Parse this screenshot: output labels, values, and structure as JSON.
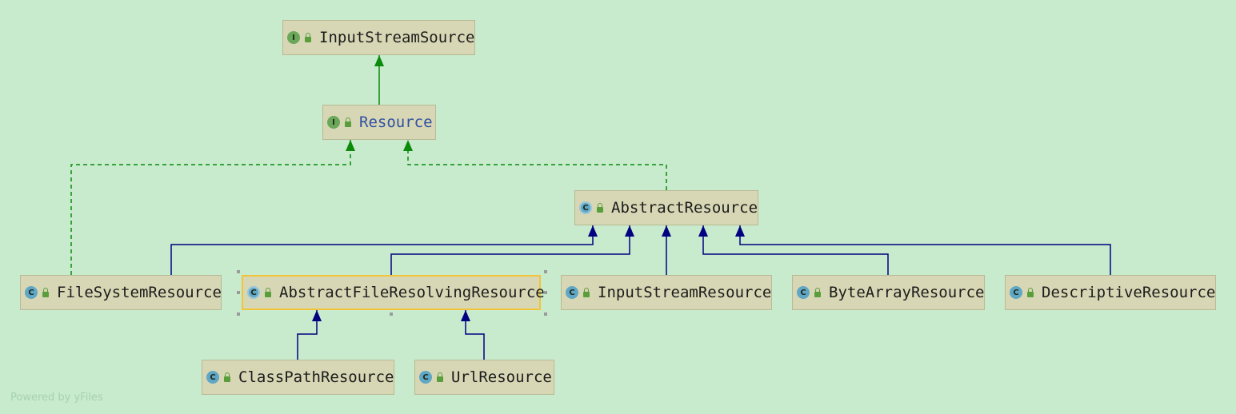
{
  "diagram": {
    "nodes": [
      {
        "name": "InputStreamSource",
        "kind": "interface",
        "badge": "I"
      },
      {
        "name": "Resource",
        "kind": "interface",
        "badge": "I"
      },
      {
        "name": "AbstractResource",
        "kind": "abstract-class",
        "badge": "C"
      },
      {
        "name": "FileSystemResource",
        "kind": "class",
        "badge": "C"
      },
      {
        "name": "AbstractFileResolvingResource",
        "kind": "abstract-class",
        "badge": "C",
        "selected": true
      },
      {
        "name": "InputStreamResource",
        "kind": "class",
        "badge": "C"
      },
      {
        "name": "ByteArrayResource",
        "kind": "class",
        "badge": "C"
      },
      {
        "name": "DescriptiveResource",
        "kind": "class",
        "badge": "C"
      },
      {
        "name": "ClassPathResource",
        "kind": "class",
        "badge": "C"
      },
      {
        "name": "UrlResource",
        "kind": "class",
        "badge": "C"
      }
    ],
    "edges": [
      {
        "from": "Resource",
        "to": "InputStreamSource",
        "type": "extends"
      },
      {
        "from": "FileSystemResource",
        "to": "Resource",
        "type": "implements"
      },
      {
        "from": "AbstractResource",
        "to": "Resource",
        "type": "implements"
      },
      {
        "from": "FileSystemResource",
        "to": "AbstractResource",
        "type": "extends"
      },
      {
        "from": "AbstractFileResolvingResource",
        "to": "AbstractResource",
        "type": "extends"
      },
      {
        "from": "InputStreamResource",
        "to": "AbstractResource",
        "type": "extends"
      },
      {
        "from": "ByteArrayResource",
        "to": "AbstractResource",
        "type": "extends"
      },
      {
        "from": "DescriptiveResource",
        "to": "AbstractResource",
        "type": "extends"
      },
      {
        "from": "ClassPathResource",
        "to": "AbstractFileResolvingResource",
        "type": "extends"
      },
      {
        "from": "UrlResource",
        "to": "AbstractFileResolvingResource",
        "type": "extends"
      }
    ],
    "colors": {
      "background": "#c7ebcc",
      "node_fill": "#d7d7b5",
      "interface_edge": "#0c8a0c",
      "class_edge": "#000080",
      "selection": "#f2c43a"
    }
  },
  "watermark": "Powered by yFiles"
}
